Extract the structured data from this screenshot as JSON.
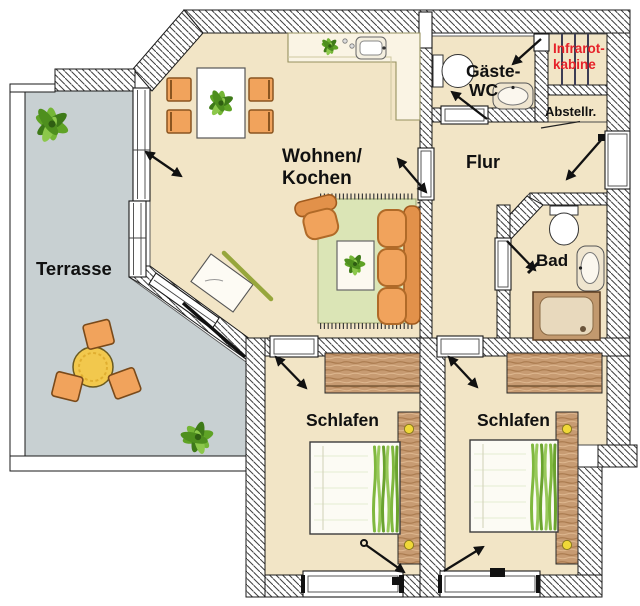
{
  "floorplan": {
    "rooms": {
      "terrasse": {
        "label": "Terrasse"
      },
      "wohnen_kochen": {
        "label_line1": "Wohnen/",
        "label_line2": "Kochen"
      },
      "gaeste_wc": {
        "label_line1": "Gäste-",
        "label_line2": "WC"
      },
      "infrarotkabine": {
        "label_line1": "Infrarot-",
        "label_line2": "kabine"
      },
      "abstellraum": {
        "label": "Abstellr."
      },
      "flur": {
        "label": "Flur"
      },
      "bad": {
        "label": "Bad"
      },
      "schlafen_1": {
        "label": "Schlafen"
      },
      "schlafen_2": {
        "label": "Schlafen"
      }
    },
    "colors": {
      "floor": "#f2e5c6",
      "terrace": "#c8d0d2",
      "wall_hatch": "#3f3f3f",
      "furniture_orange": "#f1a35c",
      "furniture_orange_dark": "#a95f1f",
      "rug_green": "#dbe5b6",
      "blanket_green": "#7fb83e",
      "blanket_green_light": "#98c95a",
      "wood_brown": "#c79b72",
      "wood_brown_dark": "#9a7048",
      "table_yellow": "#f2c84d",
      "knob_yellow": "#f0d838",
      "accent_red": "#e62129",
      "plant_green": "#5fa326"
    }
  }
}
